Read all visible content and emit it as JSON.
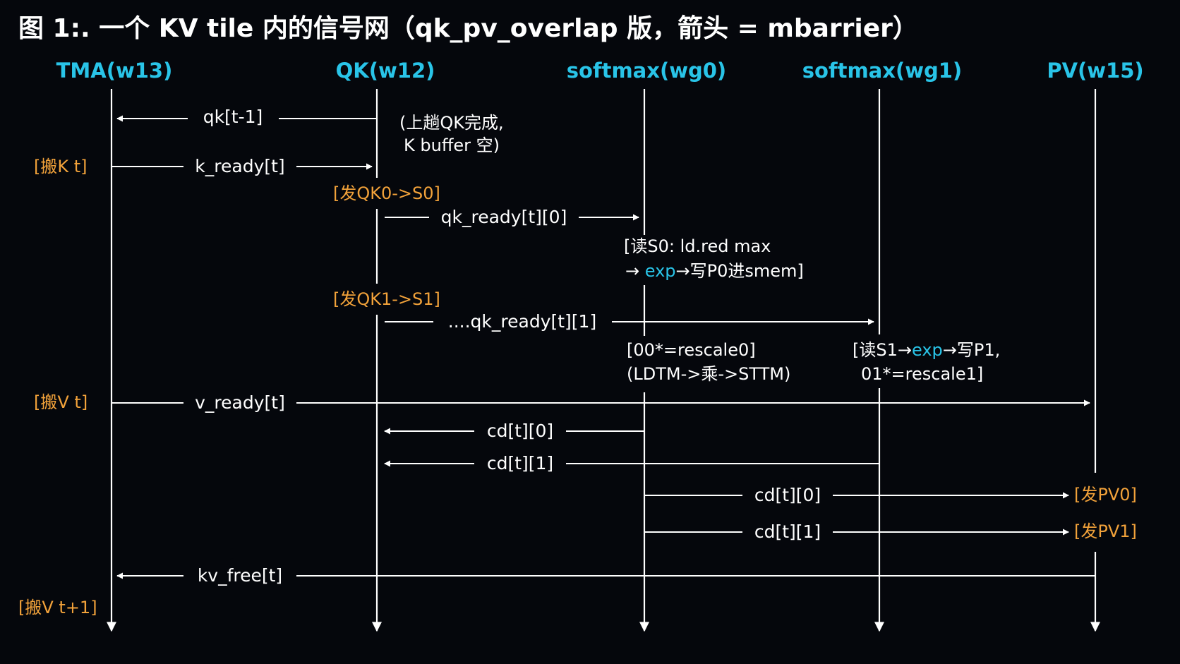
{
  "title": "图 1:. 一个 KV tile 内的信号网（qk_pv_overlap 版，箭头 = mbarrier）",
  "lanes": [
    {
      "label": "TMA(w13)"
    },
    {
      "label": "QK(w12)"
    },
    {
      "label": "softmax(wg0)"
    },
    {
      "label": "softmax(wg1)"
    },
    {
      "label": "PV(w15)"
    }
  ],
  "messages": [
    {
      "label": "qk[t-1]"
    },
    {
      "label": "k_ready[t]"
    },
    {
      "label": "qk_ready[t][0]"
    },
    {
      "label": "....qk_ready[t][1]"
    },
    {
      "label": "v_ready[t]"
    },
    {
      "label": "cd[t][0]"
    },
    {
      "label": "cd[t][1]"
    },
    {
      "label": "cd[t][0]"
    },
    {
      "label": "cd[t][1]"
    },
    {
      "label": "kv_free[t]"
    }
  ],
  "actions": [
    {
      "label": "[搬K t]"
    },
    {
      "label": "[发QK0->S0]"
    },
    {
      "label": "[发QK1->S1]"
    },
    {
      "label": "[搬V t]"
    },
    {
      "label": "[发PV0]"
    },
    {
      "label": "[发PV1]"
    },
    {
      "label": "[搬V t+1]"
    }
  ],
  "notes": {
    "qk_prev": [
      "(上趟QK完成,",
      "K buffer 空)"
    ],
    "s0_line1": "[读S0: ld.red max",
    "s0_line2_a": "→ ",
    "s0_line2_exp": "exp",
    "s0_line2_b": "→写P0进smem]",
    "rescale0": [
      "[00*=rescale0]",
      "(LDTM->乘->STTM)"
    ],
    "s1_line1_a": "[读S1→",
    "s1_line1_exp": "exp",
    "s1_line1_b": "→写P1,",
    "s1_line2": "01*=rescale1]"
  },
  "colors": {
    "background": "#05070c",
    "lane": "#29c4e8",
    "action": "#f2a23a",
    "text": "#ffffff",
    "line": "#ffffff"
  }
}
